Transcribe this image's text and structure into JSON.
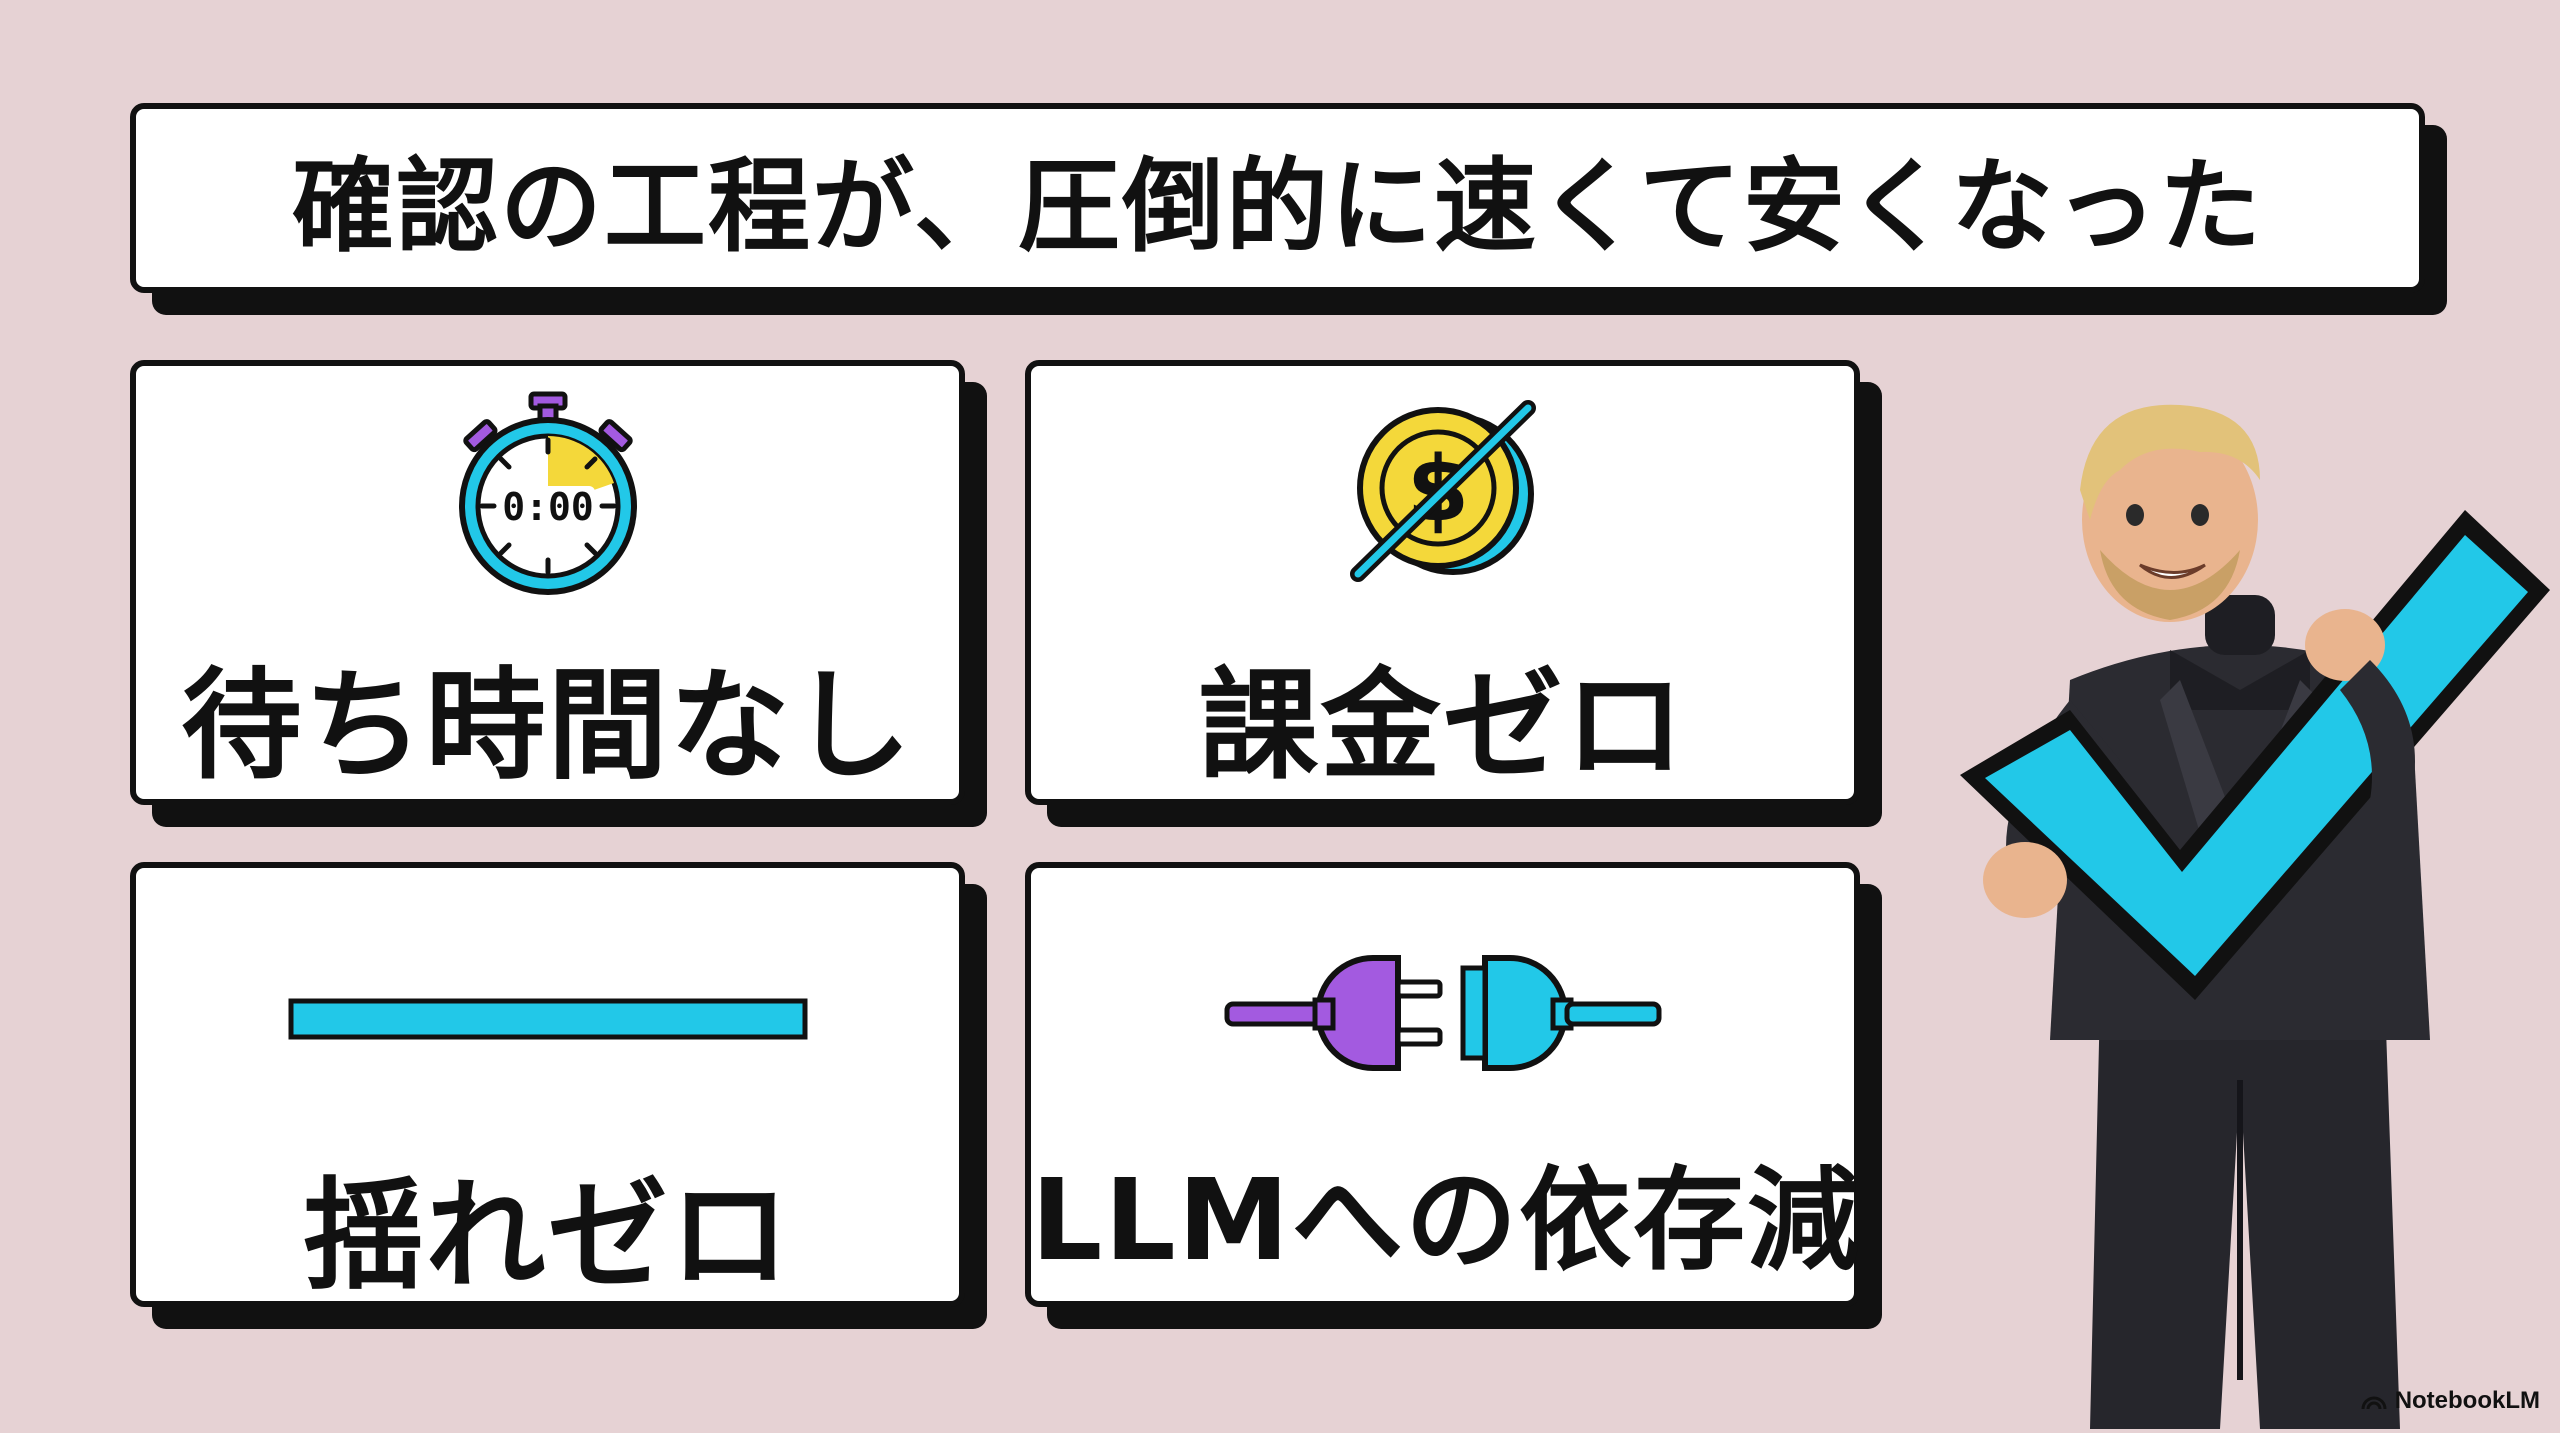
{
  "title": "確認の工程が、圧倒的に速くて安くなった",
  "tiles": [
    {
      "label": "待ち時間なし",
      "icon": "stopwatch-icon",
      "timer_text": "0:00"
    },
    {
      "label": "課金ゼロ",
      "icon": "no-coin-icon",
      "coin_symbol": "$"
    },
    {
      "label": "揺れゼロ",
      "icon": "flat-line-icon"
    },
    {
      "label": "LLMへの依存減",
      "icon": "unplugged-icon"
    }
  ],
  "character": {
    "holds": "checkmark-icon"
  },
  "brand": {
    "name": "NotebookLM"
  },
  "colors": {
    "background": "#e6d2d4",
    "accent_cyan": "#22c8e8",
    "accent_purple": "#a35ae0",
    "accent_yellow": "#f4d83a",
    "ink": "#111111"
  }
}
